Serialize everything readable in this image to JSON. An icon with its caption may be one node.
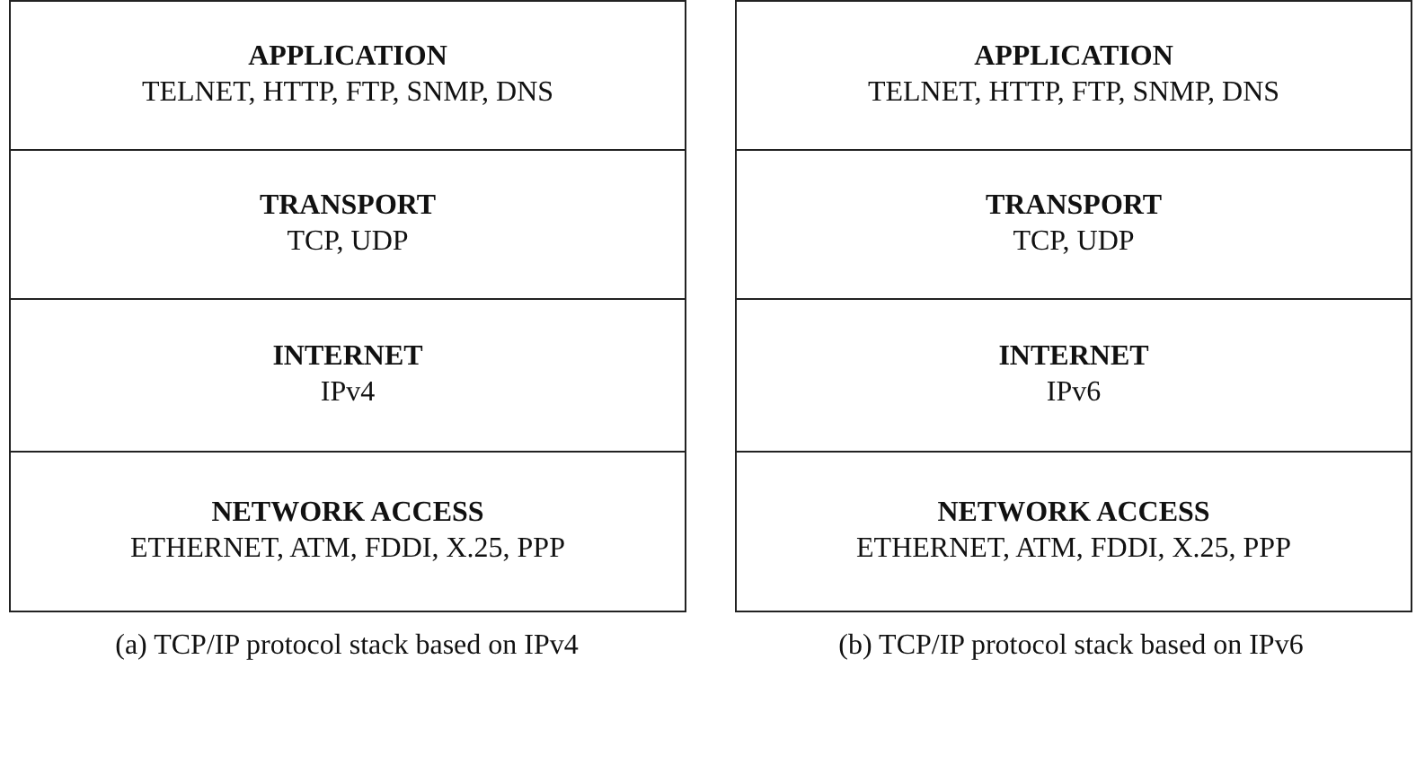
{
  "diagram": {
    "nodes": [
      {
        "text": [
          "APPLICATION",
          "TELNET, HTTP, FTP, SNMP, DNS"
        ]
      },
      {
        "text": [
          "TRANSPORT",
          "TCP, UDP"
        ]
      },
      {
        "text": [
          "INTERNET",
          "IPv4"
        ]
      },
      {
        "text": [
          "NETWORK ACCESS",
          "ETHERNET, ATM, FDDI, X.25, PPP"
        ]
      },
      {
        "text": [
          "APPLICATION",
          "TELNET, HTTP, FTP, SNMP, DNS"
        ]
      },
      {
        "text": [
          "TRANSPORT",
          "TCP, UDP"
        ]
      },
      {
        "text": [
          "INTERNET",
          "IPv6"
        ]
      },
      {
        "text": [
          "NETWORK ACCESS",
          "ETHERNET, ATM, FDDI, X.25, PPP"
        ]
      }
    ],
    "labels": [
      "(a) TCP/IP protocol stack based on IPv4",
      "(b) TCP/IP protocol stack based on IPv6"
    ]
  }
}
